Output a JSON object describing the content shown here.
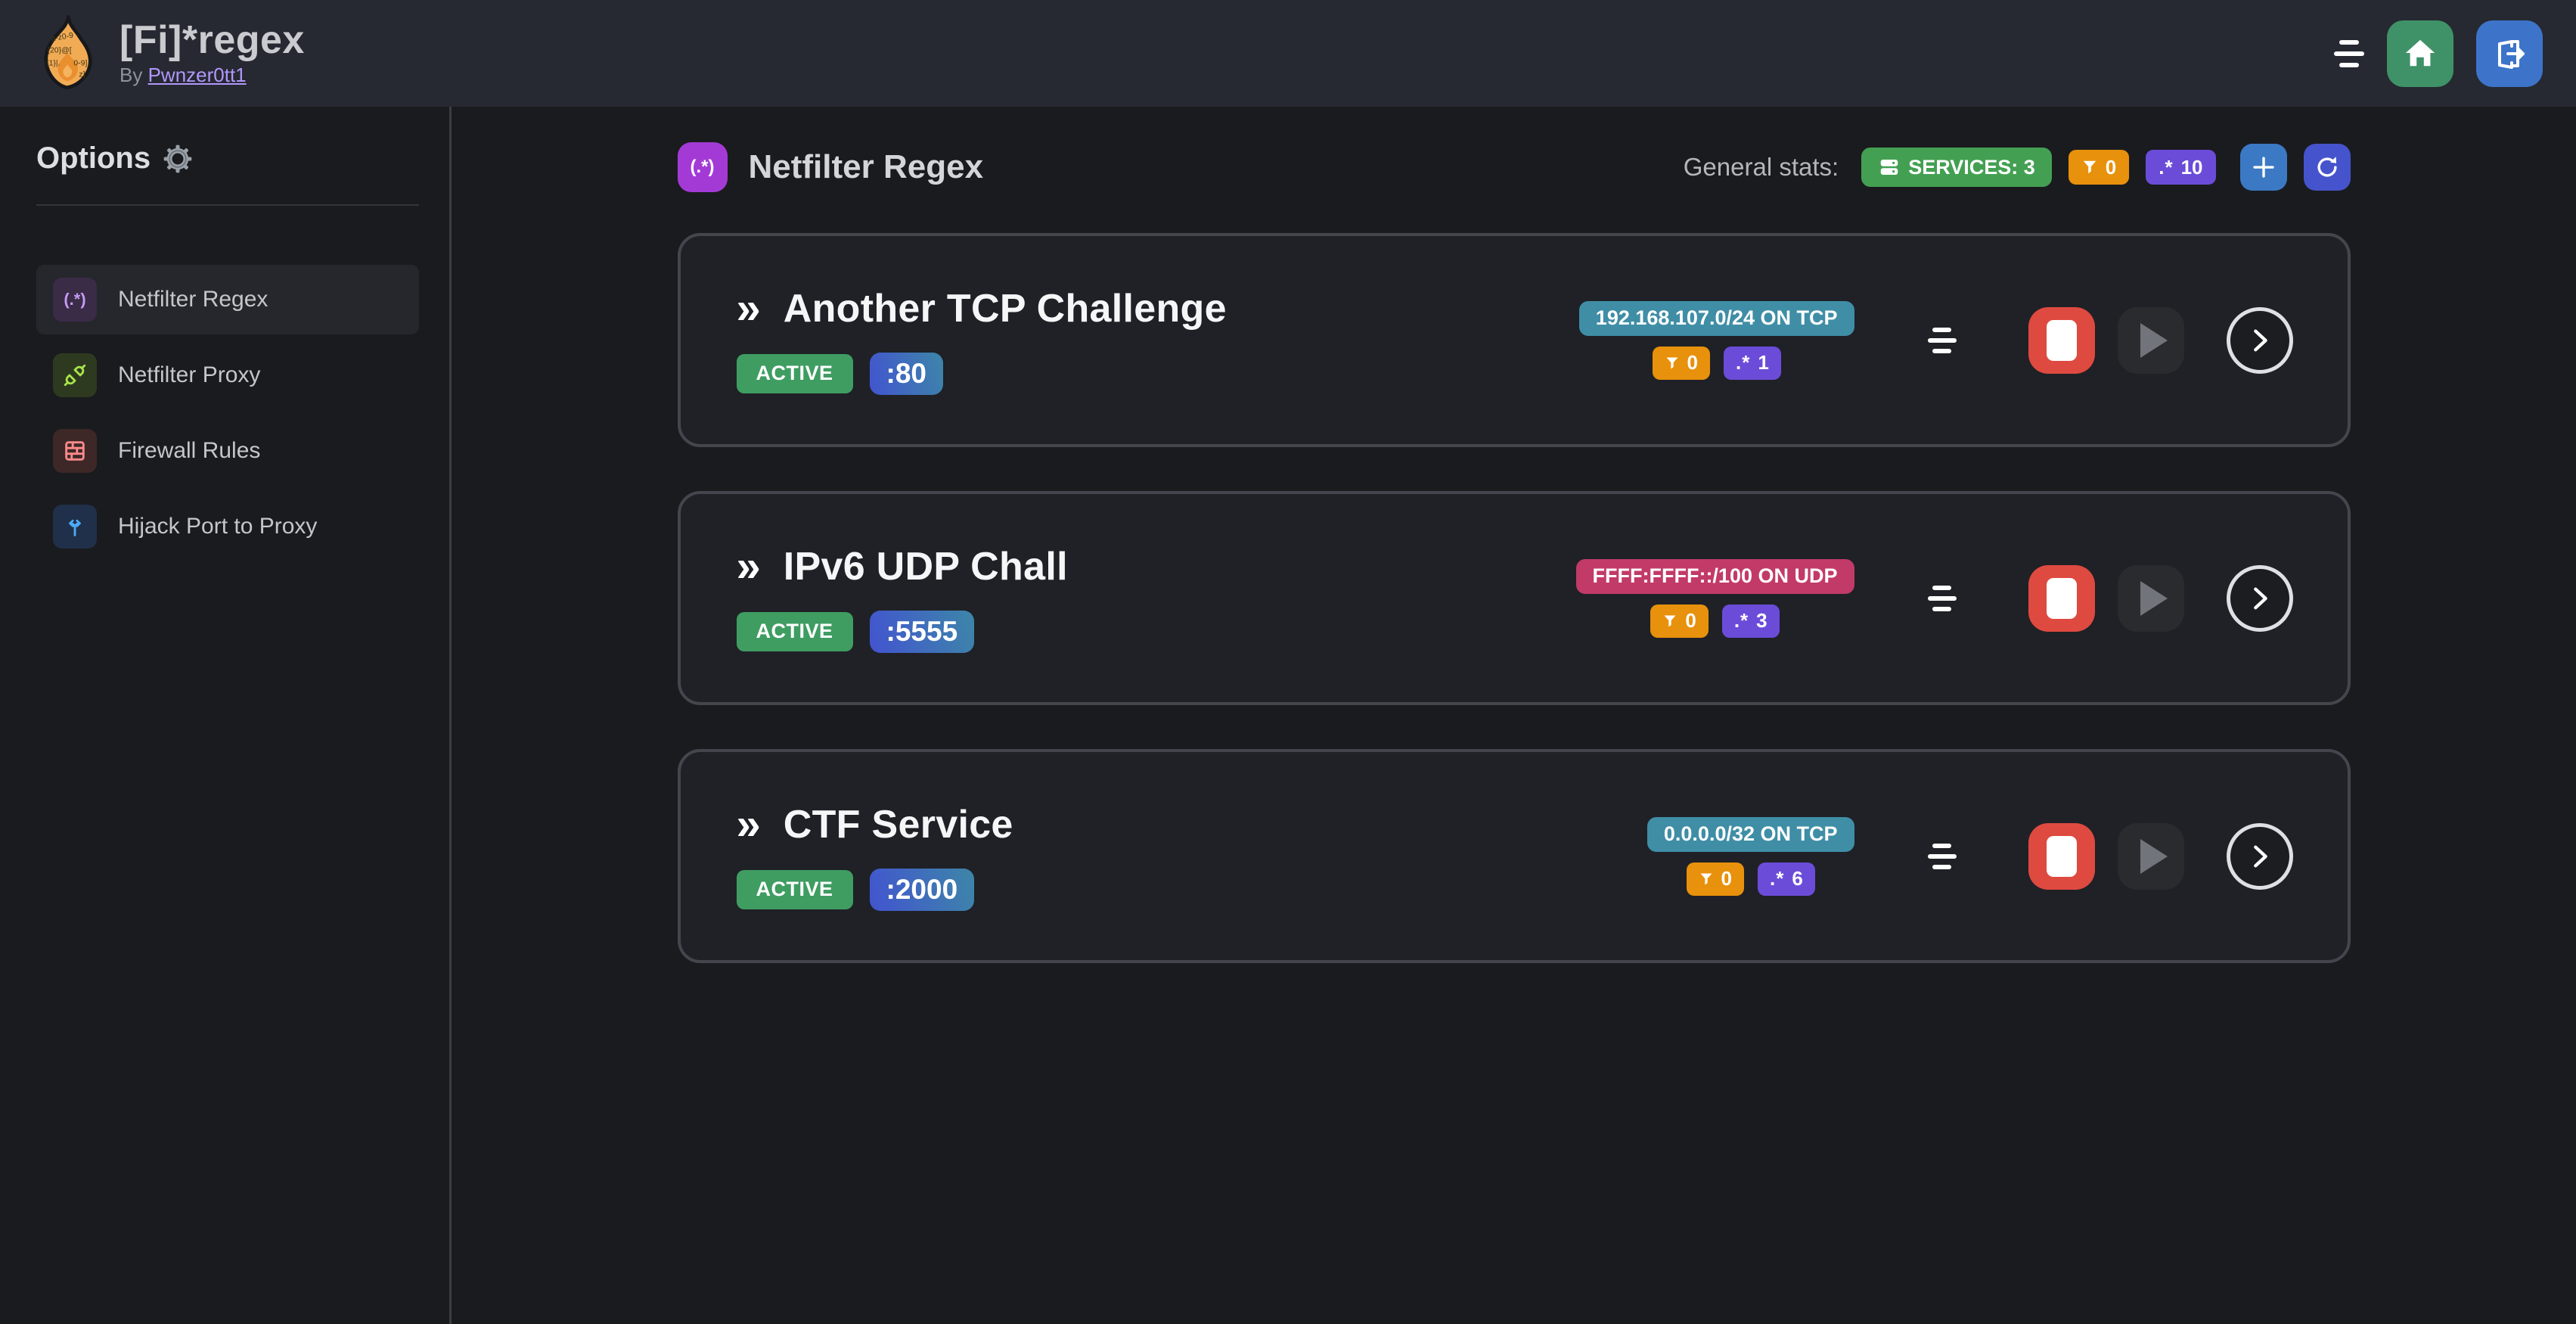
{
  "header": {
    "title": "[Fi]*regex",
    "byline_prefix": "By",
    "byline_link": "Pwnzer0tt1",
    "logo_fragments": {
      "f1": "a-z0-9",
      "f2": "{20}@[",
      "f3": "{1}|.",
      "f4": "0-9]",
      "f5": "z]"
    }
  },
  "sidebar": {
    "heading": "Options",
    "items": [
      {
        "label": "Netfilter Regex"
      },
      {
        "label": "Netfilter Proxy"
      },
      {
        "label": "Firewall Rules"
      },
      {
        "label": "Hijack Port to Proxy"
      }
    ]
  },
  "main": {
    "section_icon_glyph": "(.*)",
    "section_title": "Netfilter Regex",
    "stats_label": "General stats:",
    "stats": {
      "services": "SERVICES: 3",
      "filters": "0",
      "regexes": "10"
    }
  },
  "icons": {
    "regex_symbol": ".*",
    "service_chevron": "»"
  },
  "services": [
    {
      "name": "Another TCP Challenge",
      "status": "ACTIVE",
      "port": ":80",
      "address": "192.168.107.0/24 ON TCP",
      "filters": "0",
      "regexes": "1"
    },
    {
      "name": "IPv6 UDP Chall",
      "status": "ACTIVE",
      "port": ":5555",
      "address": "FFFF:FFFF::/100 ON UDP",
      "filters": "0",
      "regexes": "3"
    },
    {
      "name": "CTF Service",
      "status": "ACTIVE",
      "port": ":2000",
      "address": "0.0.0.0/32 ON TCP",
      "filters": "0",
      "regexes": "6"
    }
  ],
  "colors": {
    "header_bg": "#262931",
    "page_bg": "#1a1b1e",
    "card_bg": "#1f2126",
    "card_border": "#43464d",
    "accent_violet": "#a43ad6",
    "badge_green": "#3f9d62",
    "badge_orange": "#e8910c",
    "badge_violet": "#6b4cd9",
    "badge_teal": "#3f8ea6",
    "badge_pink": "#c23a68",
    "port_gradient_from": "#4254d0",
    "port_gradient_to": "#3d86a8",
    "home_green": "#3f9268",
    "logout_blue": "#3d74ca",
    "add_blue": "#3b79c4",
    "refresh_indigo": "#4554cc",
    "stop_red": "#de4a40",
    "link_violet": "#b197fc"
  }
}
